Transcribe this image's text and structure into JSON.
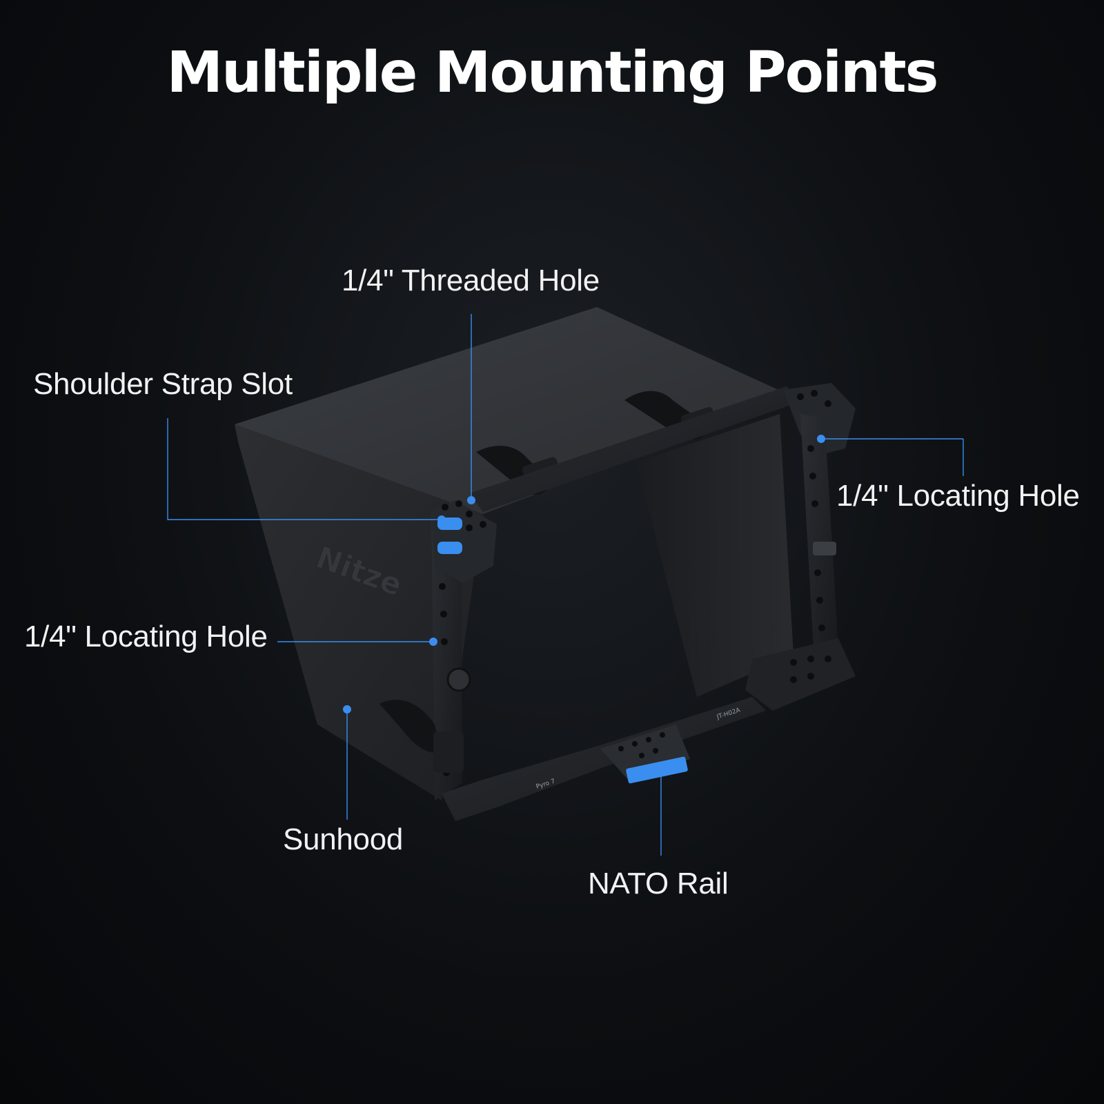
{
  "title": "Multiple Mounting Points",
  "product": {
    "brand_embossed": "Nitze",
    "model_engraving": "JT-H02A",
    "monitor_engraving": "Pyro 7"
  },
  "callouts": {
    "threaded_hole": "1/4\" Threaded Hole",
    "shoulder_strap_slot": "Shoulder Strap Slot",
    "locating_hole_right": "1/4\" Locating Hole",
    "locating_hole_left": "1/4\" Locating Hole",
    "sunhood": "Sunhood",
    "nato_rail": "NATO Rail"
  },
  "colors": {
    "accent": "#3a8ef0",
    "background": "#0c0e11",
    "text": "#ffffff"
  }
}
